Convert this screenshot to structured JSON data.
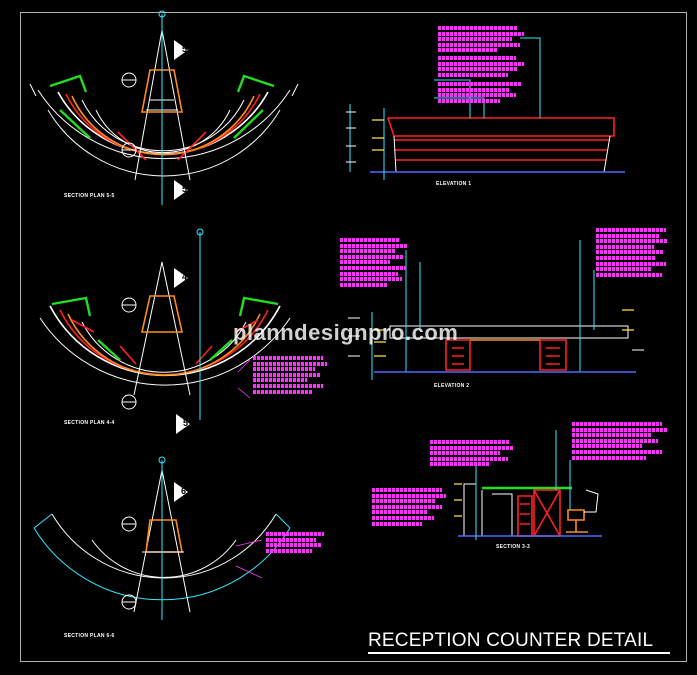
{
  "drawing": {
    "title": "RECEPTION COUNTER DETAIL",
    "watermark": "planndesignpro.com",
    "colors": {
      "background": "#000000",
      "outline": "#ffffff",
      "counter_red": "#ff2020",
      "counter_orange": "#ff8c1a",
      "counter_green": "#22dd22",
      "dimension_cyan": "#33e6ff",
      "notes_magenta": "#ff3dff",
      "panel_yellow": "#ffe44d",
      "accent_blue": "#4d6bff"
    }
  },
  "views": [
    {
      "id": "plan-5",
      "label": "SECTION PLAN 5-5",
      "type": "plan"
    },
    {
      "id": "plan-4",
      "label": "SECTION PLAN 4-4",
      "type": "plan"
    },
    {
      "id": "plan-6",
      "label": "SECTION PLAN 6-6",
      "type": "plan"
    },
    {
      "id": "elev-1",
      "label": "ELEVATION 1",
      "type": "elevation"
    },
    {
      "id": "elev-2",
      "label": "ELEVATION 2",
      "type": "elevation"
    },
    {
      "id": "sect-3",
      "label": "SECTION 3-3",
      "type": "section"
    }
  ]
}
